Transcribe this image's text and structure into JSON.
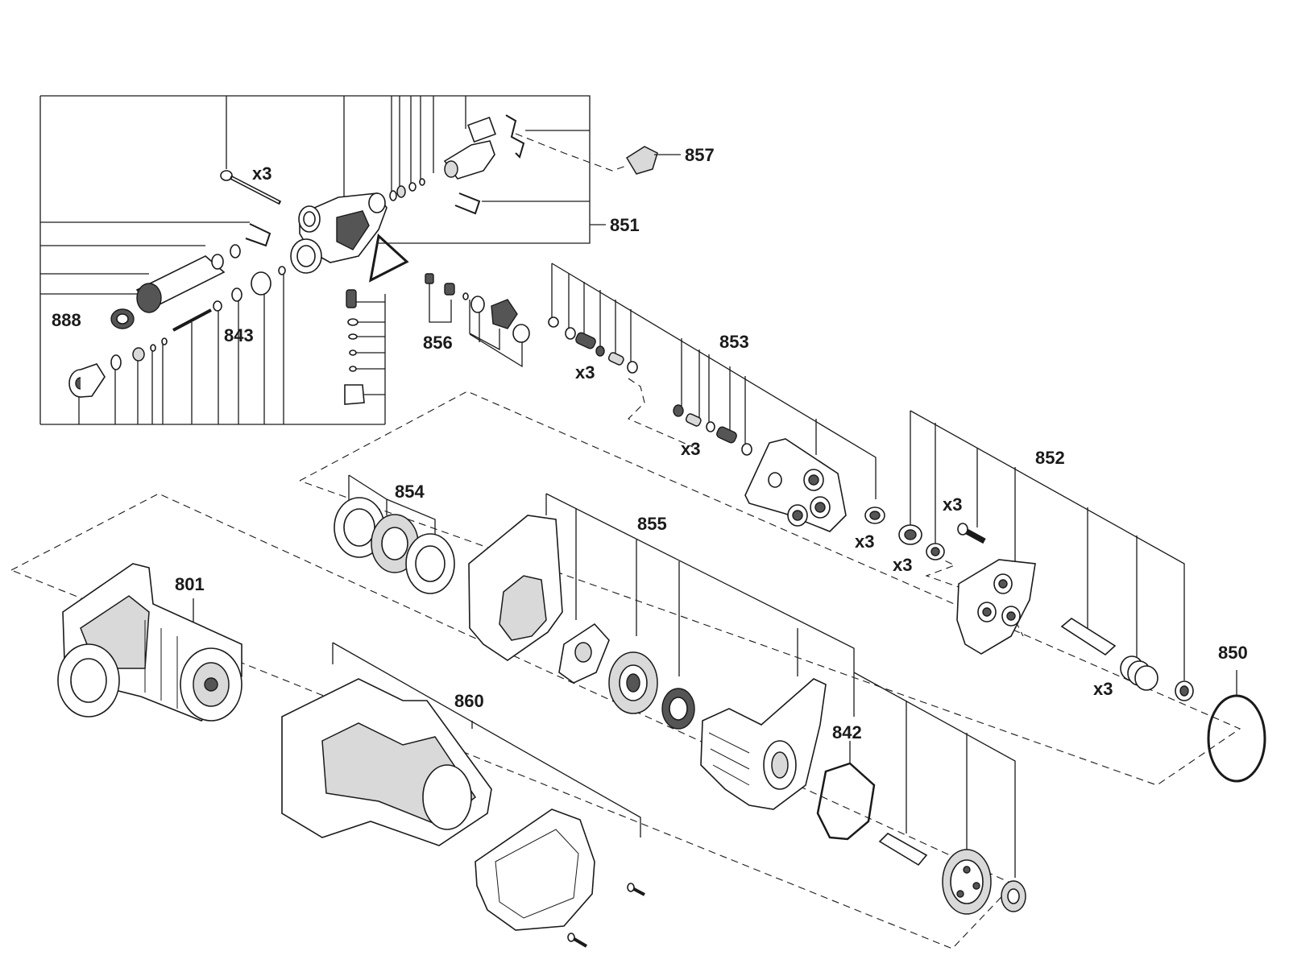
{
  "parts": [
    {
      "id": "851",
      "label": "851"
    },
    {
      "id": "857",
      "label": "857"
    },
    {
      "id": "888",
      "label": "888"
    },
    {
      "id": "843",
      "label": "843"
    },
    {
      "id": "856",
      "label": "856"
    },
    {
      "id": "853",
      "label": "853"
    },
    {
      "id": "852",
      "label": "852"
    },
    {
      "id": "854",
      "label": "854"
    },
    {
      "id": "855",
      "label": "855"
    },
    {
      "id": "801",
      "label": "801"
    },
    {
      "id": "850",
      "label": "850"
    },
    {
      "id": "860",
      "label": "860"
    },
    {
      "id": "842",
      "label": "842"
    }
  ],
  "quantity_label": "x3"
}
